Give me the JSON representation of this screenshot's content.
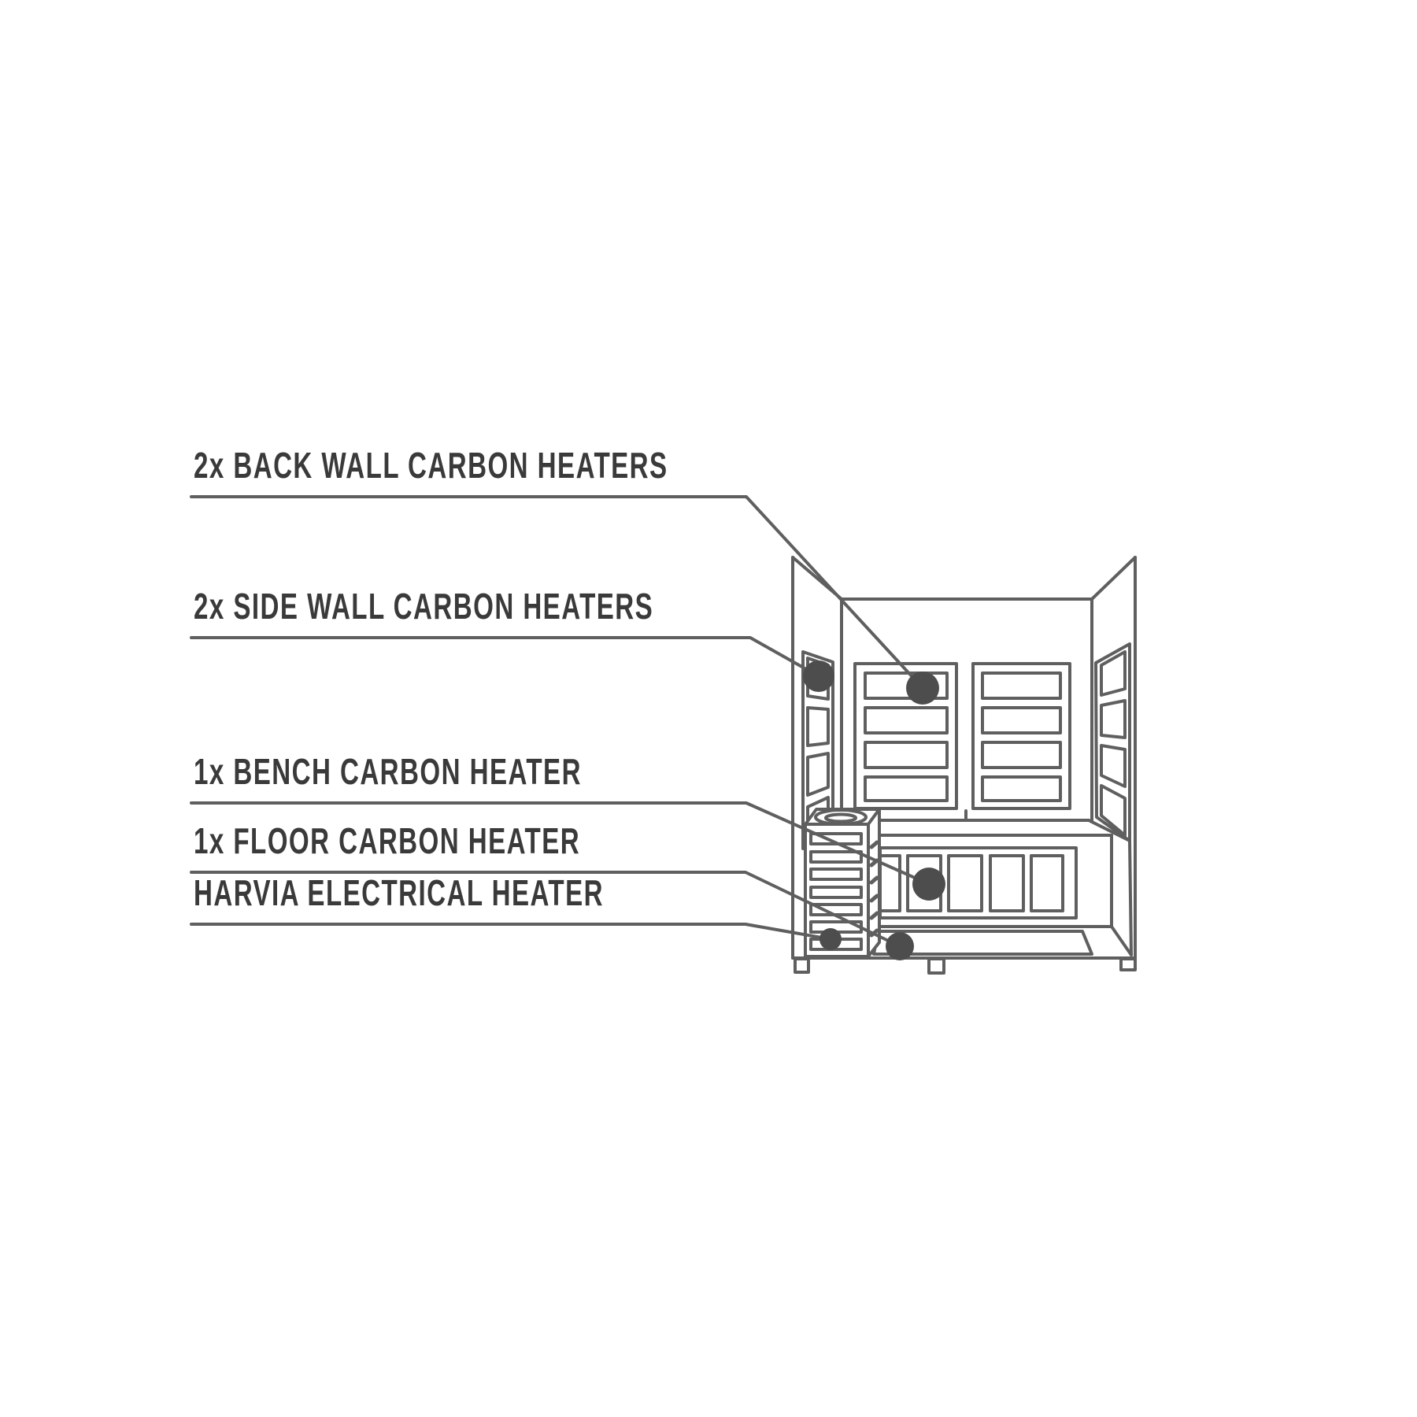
{
  "diagram": {
    "title": "Sauna heater placement diagram",
    "labels": [
      {
        "id": "back-wall",
        "text": "2x BACK WALL CARBON HEATERS"
      },
      {
        "id": "side-wall",
        "text": "2x SIDE WALL CARBON HEATERS"
      },
      {
        "id": "bench",
        "text": "1x BENCH CARBON HEATER"
      },
      {
        "id": "floor",
        "text": "1x FLOOR CARBON HEATER"
      },
      {
        "id": "harvia",
        "text": "HARVIA ELECTRICAL HEATER"
      }
    ],
    "markers": [
      {
        "name": "side-wall-heater-marker"
      },
      {
        "name": "back-wall-heater-marker"
      },
      {
        "name": "bench-heater-marker"
      },
      {
        "name": "floor-heater-marker"
      },
      {
        "name": "harvia-heater-marker"
      }
    ],
    "colors": {
      "line": "#5f5f5f",
      "text": "#3a3a3a",
      "marker": "#4d4d4d",
      "background": "#ffffff"
    }
  }
}
